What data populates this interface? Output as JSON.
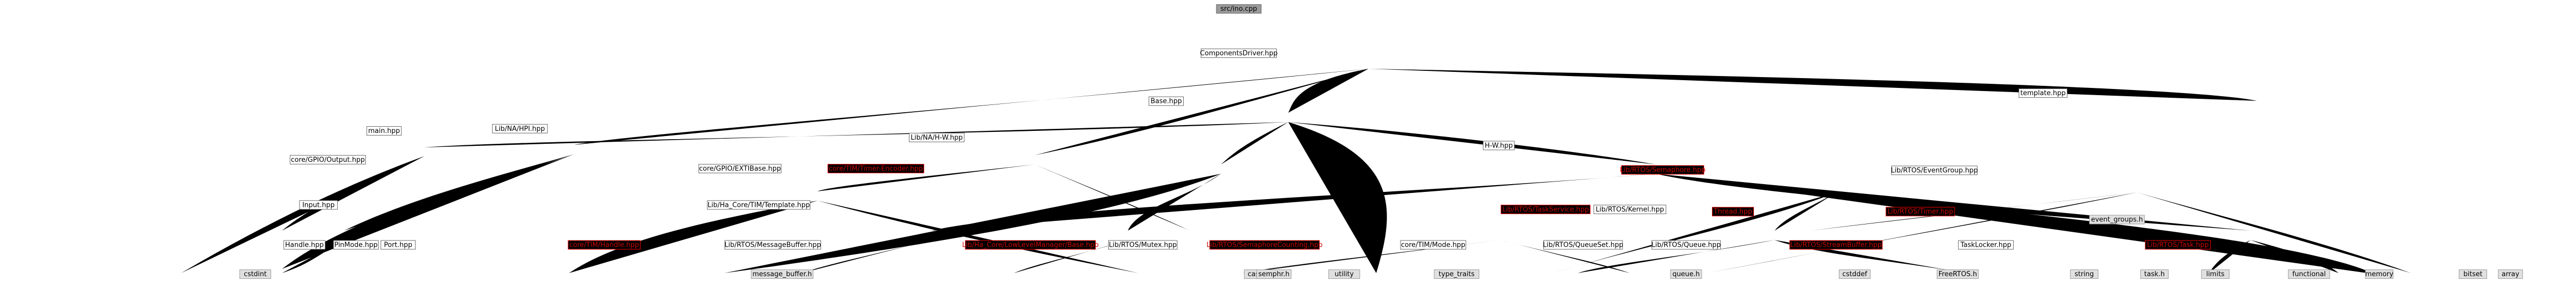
{
  "colors": {
    "edge": "#63b8ff",
    "node_border": "#666666",
    "root_fill": "#999999",
    "system_fill": "#e0e0e0",
    "missing_text": "#cc0000"
  },
  "nodes": [
    {
      "id": "root",
      "label": "src/ino.cpp",
      "kind": "root"
    },
    {
      "id": "cdriver",
      "label": "ComponentsDriver.hpp",
      "kind": "normal"
    },
    {
      "id": "templatehpp",
      "label": "template.hpp",
      "kind": "normal"
    },
    {
      "id": "basehpp",
      "label": "Base.hpp",
      "kind": "normal"
    },
    {
      "id": "libnahpp",
      "label": "Lib/NA/HPI.hpp",
      "kind": "normal"
    },
    {
      "id": "mainhpp",
      "label": "main.hpp",
      "kind": "normal"
    },
    {
      "id": "libnapp",
      "label": "Lib/NA/H-W.hpp",
      "kind": "normal"
    },
    {
      "id": "hwhpp",
      "label": "H-W.hpp",
      "kind": "normal"
    },
    {
      "id": "coreutil",
      "label": "core/GPIO/Output.hpp",
      "kind": "normal"
    },
    {
      "id": "coregpio",
      "label": "core/GPIO/EXTIBase.hpp",
      "kind": "normal"
    },
    {
      "id": "coretimer",
      "label": "core/TIM/Timer-Encoder.hpp",
      "kind": "missing"
    },
    {
      "id": "libsemaphore",
      "label": "Lib/RTOS/Semaphore.hpp",
      "kind": "missing"
    },
    {
      "id": "libeventgroup",
      "label": "Lib/RTOS/EventGroup.hpp",
      "kind": "normal"
    },
    {
      "id": "inputhpp",
      "label": "Input.hpp",
      "kind": "normal"
    },
    {
      "id": "libtimtemplate",
      "label": "Lib/Ha_Core/TIM/Template.hpp",
      "kind": "normal"
    },
    {
      "id": "libtaskservice",
      "label": "Lib/RTOS/TaskService.hpp",
      "kind": "missing"
    },
    {
      "id": "libkernel",
      "label": "Lib/RTOS/Kernel.hpp",
      "kind": "normal"
    },
    {
      "id": "threadhpp",
      "label": "Thread.hpp",
      "kind": "missing"
    },
    {
      "id": "libtimerhpp",
      "label": "Lib/RTOS/Timer.hpp",
      "kind": "missing"
    },
    {
      "id": "eventgroupsh",
      "label": "event_groups.h",
      "kind": "system"
    },
    {
      "id": "handlehpp",
      "label": "Handle.hpp",
      "kind": "normal"
    },
    {
      "id": "pinmodehpp",
      "label": "PinMode.hpp",
      "kind": "normal"
    },
    {
      "id": "porthpp",
      "label": "Port.hpp",
      "kind": "normal"
    },
    {
      "id": "coretimhandle",
      "label": "core/TIM/Handle.hpp",
      "kind": "missing"
    },
    {
      "id": "libmsgbuffer",
      "label": "Lib/RTOS/MessageBuffer.hpp",
      "kind": "normal"
    },
    {
      "id": "libhacore",
      "label": "Lib/Ha_Core/LowLevelManager/Base.hpp",
      "kind": "missing"
    },
    {
      "id": "libmutex",
      "label": "Lib/RTOS/Mutex.hpp",
      "kind": "normal"
    },
    {
      "id": "libsemcounting",
      "label": "Lib/RTOS/SemaphoreCounting.hpp",
      "kind": "missing"
    },
    {
      "id": "coretimmode",
      "label": "core/TIM/Mode.hpp",
      "kind": "normal"
    },
    {
      "id": "libqueueset",
      "label": "Lib/RTOS/QueueSet.hpp",
      "kind": "normal"
    },
    {
      "id": "libqueue",
      "label": "Lib/RTOS/Queue.hpp",
      "kind": "normal"
    },
    {
      "id": "libstreambuffer",
      "label": "Lib/RTOS/StreamBuffer.hpp",
      "kind": "missing"
    },
    {
      "id": "tasklocker",
      "label": "TaskLocker.hpp",
      "kind": "normal"
    },
    {
      "id": "libtask",
      "label": "Lib/RTOS/Task.hpp",
      "kind": "missing"
    },
    {
      "id": "cstdint",
      "label": "cstdint",
      "kind": "system"
    },
    {
      "id": "cassert",
      "label": "cassert",
      "kind": "system"
    },
    {
      "id": "msgbufferh",
      "label": "message_buffer.h",
      "kind": "system"
    },
    {
      "id": "semphrh",
      "label": "semphr.h",
      "kind": "system"
    },
    {
      "id": "utility",
      "label": "utility",
      "kind": "system"
    },
    {
      "id": "typetraits",
      "label": "type_traits",
      "kind": "system"
    },
    {
      "id": "queueh",
      "label": "queue.h",
      "kind": "system"
    },
    {
      "id": "cstddef",
      "label": "cstddef",
      "kind": "system"
    },
    {
      "id": "freertosh",
      "label": "FreeRTOS.h",
      "kind": "system"
    },
    {
      "id": "string",
      "label": "string",
      "kind": "system"
    },
    {
      "id": "taskh",
      "label": "task.h",
      "kind": "system"
    },
    {
      "id": "limits",
      "label": "limits",
      "kind": "system"
    },
    {
      "id": "functional",
      "label": "functional",
      "kind": "system"
    },
    {
      "id": "memory",
      "label": "memory",
      "kind": "system"
    },
    {
      "id": "bitset",
      "label": "bitset",
      "kind": "system"
    },
    {
      "id": "array",
      "label": "array",
      "kind": "system"
    }
  ]
}
